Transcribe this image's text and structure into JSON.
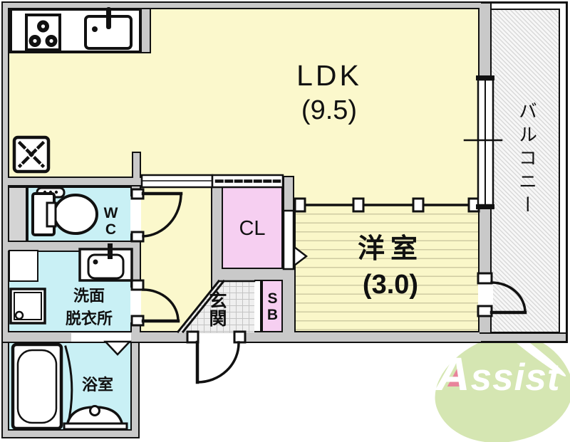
{
  "plan": {
    "rooms": {
      "ldk": {
        "label": "LDK",
        "size": "(9.5)"
      },
      "western_room": {
        "label": "洋室",
        "size": "(3.0)"
      },
      "balcony": {
        "label": "バルコニー"
      },
      "closet": {
        "label": "CL"
      },
      "shoe_box": {
        "label": "SB"
      },
      "entrance": {
        "label": "玄関"
      },
      "wc": {
        "label": "WC"
      },
      "washroom": {
        "line1": "洗面",
        "line2": "脱衣所"
      },
      "bathroom": {
        "label": "浴室"
      }
    },
    "fixtures": [
      "gas-stove-icon",
      "kitchen-sink-icon",
      "floor-hatch-icon",
      "toilet-icon",
      "washbasin-icon",
      "washing-machine-pan-icon",
      "bathtub-icon",
      "bath-drain-icon",
      "sliding-door-icon",
      "hinged-door-icon",
      "folding-door-triangle-icon",
      "window-icon"
    ],
    "colors": {
      "room_yellow": "#fbf8cc",
      "room_cyan": "#c9f0f5",
      "room_pink": "#f6cff1",
      "wall_gray": "#c9c9c9",
      "line_black": "#111111",
      "tile_gray": "#efefef",
      "logo_green": "#d5e6b2",
      "logo_pink": "#e8849b"
    }
  },
  "logo": {
    "first_letter": "A",
    "rest": "ssist"
  }
}
